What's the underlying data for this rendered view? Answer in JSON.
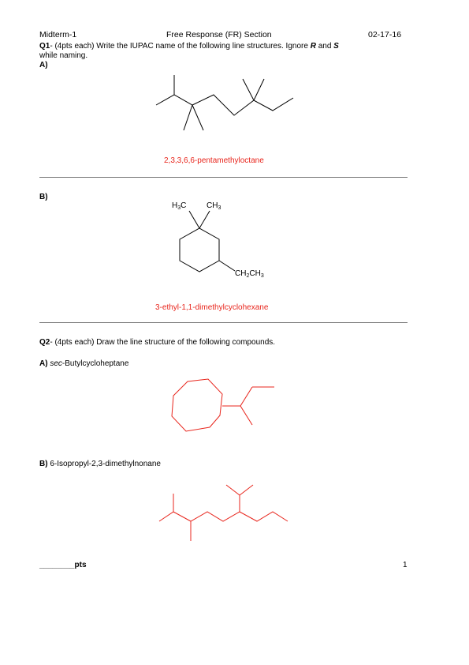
{
  "header": {
    "left": "Midterm-1",
    "center": "Free Response (FR) Section",
    "right": "02-17-16"
  },
  "q1": {
    "label": "Q1",
    "text_a": "- (4pts each) Write the IUPAC name of the following line structures. Ignore ",
    "r": "R",
    "and": " and ",
    "s": "S",
    "text_b": "while naming.",
    "part_a_label": "A)",
    "part_a_answer": "2,3,3,6,6-pentamethyloctane",
    "part_b_label": "B)",
    "part_b_answer": "3-ethyl-1,1-dimethylcyclohexane",
    "substituents": {
      "methyl_left": {
        "main": "H",
        "sub": "3",
        "tail": "C"
      },
      "methyl_right": {
        "main": "CH",
        "sub": "3"
      },
      "ethyl": {
        "pre": "CH",
        "sub1": "2",
        "mid": "CH",
        "sub2": "3"
      }
    }
  },
  "q2": {
    "label": "Q2",
    "text": "- (4pts each) Draw the line structure of the following compounds.",
    "part_a_label": "A)",
    "part_a_prefix": "sec",
    "part_a_name": "-Butylcycloheptane",
    "part_b_label": "B)",
    "part_b_name": "6-Isopropyl-2,3-dimethylnonane"
  },
  "footer": {
    "blank": "________",
    "pts": "pts",
    "page_number": "1"
  },
  "colors": {
    "answer": "#e8251c",
    "text": "#000000"
  }
}
